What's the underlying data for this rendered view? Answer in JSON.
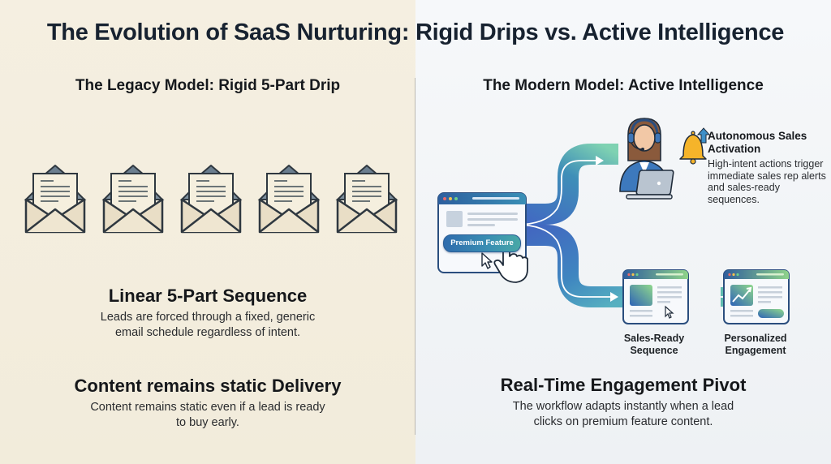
{
  "title": "The Evolution of SaaS Nurturing: Rigid Drips vs. Active Intelligence",
  "legacy": {
    "heading": "The Legacy Model: Rigid 5-Part Drip",
    "emails": [
      {
        "icon": "open-envelope-icon"
      },
      {
        "icon": "open-envelope-icon"
      },
      {
        "icon": "open-envelope-icon"
      },
      {
        "icon": "open-envelope-icon"
      },
      {
        "icon": "open-envelope-icon"
      }
    ],
    "sections": [
      {
        "title": "Linear 5-Part Sequence",
        "body": "Leads are forced through a fixed, generic email schedule regardless of intent."
      },
      {
        "title": "Content remains static Delivery",
        "body": "Content remains static even if a lead is ready to buy early."
      }
    ]
  },
  "modern": {
    "heading": "The Modern Model: Active Intelligence",
    "trigger_button": "Premium Feature",
    "autonomous": {
      "title": "Autonomous Sales Activation",
      "body": "High-intent actions trigger immediate sales rep alerts and sales-ready sequences."
    },
    "steps": [
      {
        "label": "Sales-Ready Sequence",
        "icon": "browser-window-cursor-icon"
      },
      {
        "label": "Personalized Engagement",
        "icon": "browser-window-chart-icon"
      }
    ],
    "section": {
      "title": "Real-Time Engagement Pivot",
      "body": "The workflow adapts instantly when a lead clicks on premium feature content."
    }
  },
  "colors": {
    "legacy_bg": "#f4eedf",
    "modern_bg": "#f3f5f7",
    "title_text": "#172230",
    "flow_blue": "#3f6fc0",
    "flow_teal": "#4fb0a6",
    "flow_green": "#8fd49a",
    "bell": "#f5b42a"
  }
}
